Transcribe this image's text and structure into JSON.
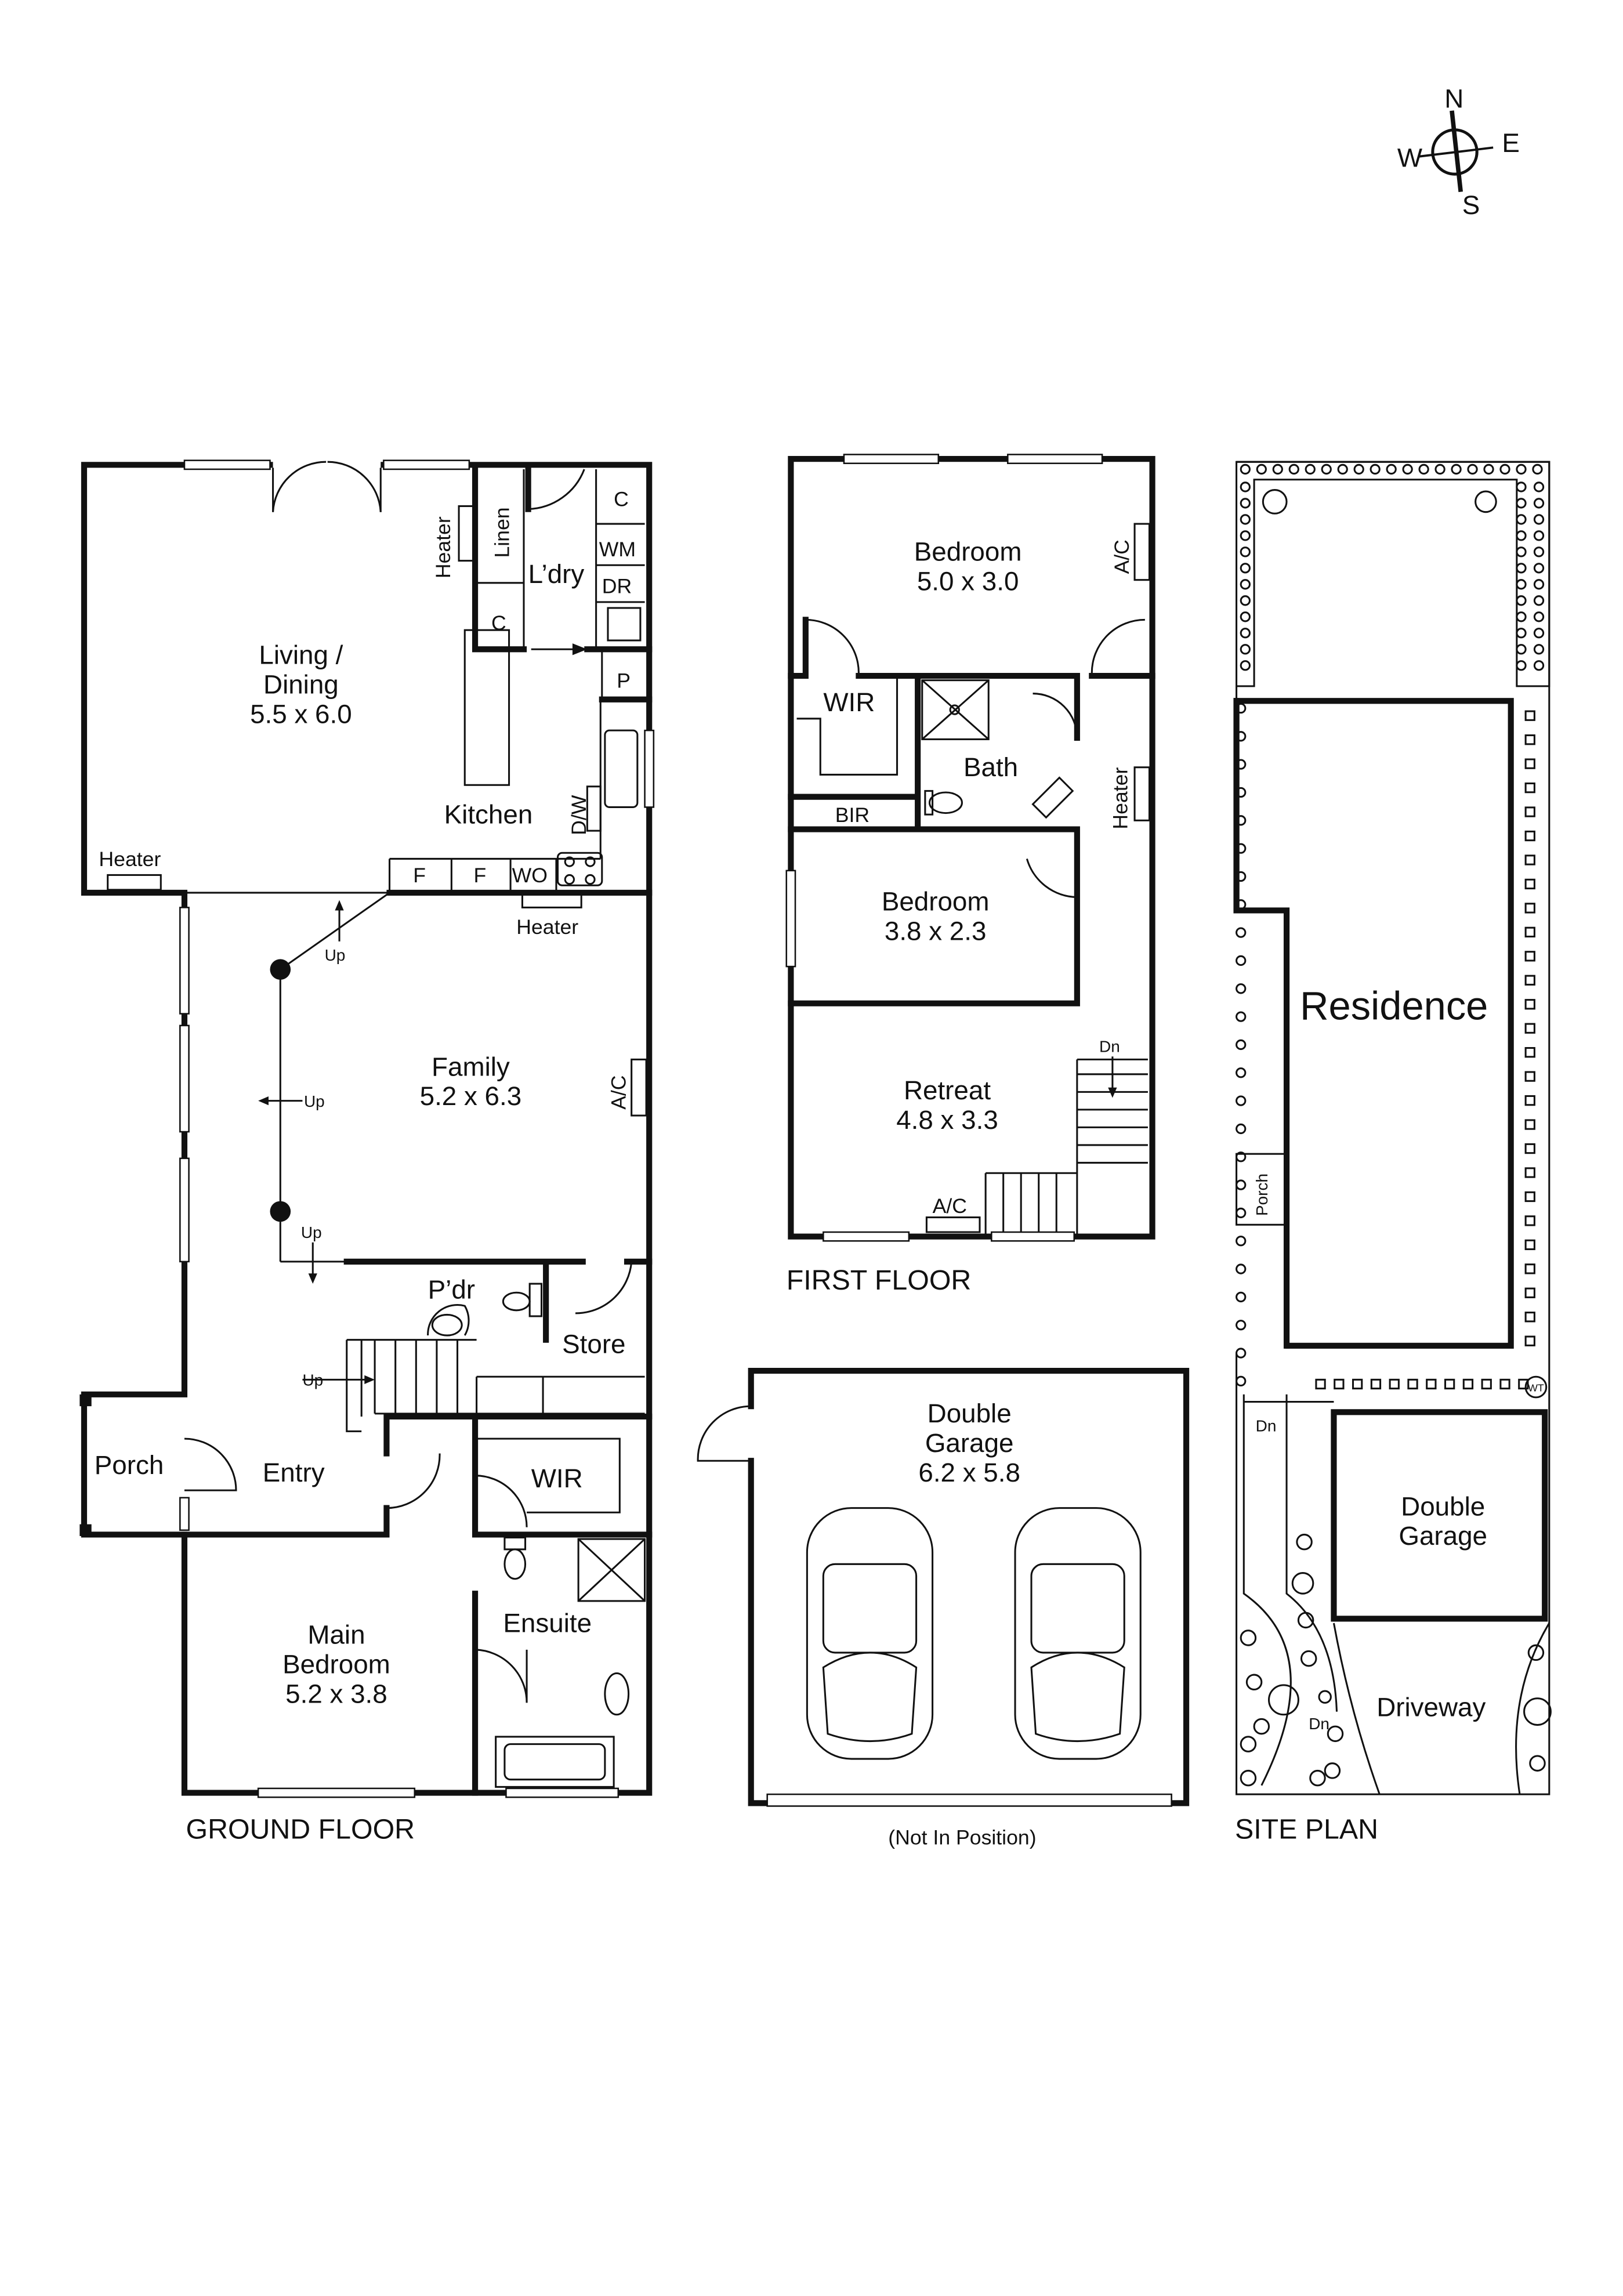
{
  "compass": {
    "n": "N",
    "e": "E",
    "s": "S",
    "w": "W"
  },
  "ground_floor": {
    "title": "GROUND FLOOR",
    "living": [
      "Living /",
      "Dining",
      "5.5 x 6.0"
    ],
    "kitchen": "Kitchen",
    "laundry": "L’dry",
    "linen": "Linen",
    "cupboard": "C",
    "wm": "WM",
    "dr": "DR",
    "pantry": "P",
    "dw": "D/W",
    "fridge": "F",
    "wo": "WO",
    "heater": "Heater",
    "family": [
      "Family",
      "5.2 x 6.3"
    ],
    "ac": "A/C",
    "up": "Up",
    "powder": "P’dr",
    "store": "Store",
    "porch": "Porch",
    "entry": "Entry",
    "wir": "WIR",
    "ensuite": "Ensuite",
    "main_bedroom": [
      "Main",
      "Bedroom",
      "5.2 x 3.8"
    ]
  },
  "first_floor": {
    "title": "FIRST FLOOR",
    "bedroom1": [
      "Bedroom",
      "5.0 x 3.0"
    ],
    "ac": "A/C",
    "wir": "WIR",
    "bath": "Bath",
    "heater": "Heater",
    "bir": "BIR",
    "bedroom2": [
      "Bedroom",
      "3.8 x 2.3"
    ],
    "retreat": [
      "Retreat",
      "4.8 x 3.3"
    ],
    "dn": "Dn"
  },
  "garage": {
    "label": [
      "Double",
      "Garage",
      "6.2 x 5.8"
    ],
    "note": "(Not In Position)"
  },
  "site_plan": {
    "title": "SITE PLAN",
    "residence": "Residence",
    "porch": "Porch",
    "garage": [
      "Double",
      "Garage"
    ],
    "driveway": "Driveway",
    "dn": "Dn",
    "wt": "WT"
  }
}
